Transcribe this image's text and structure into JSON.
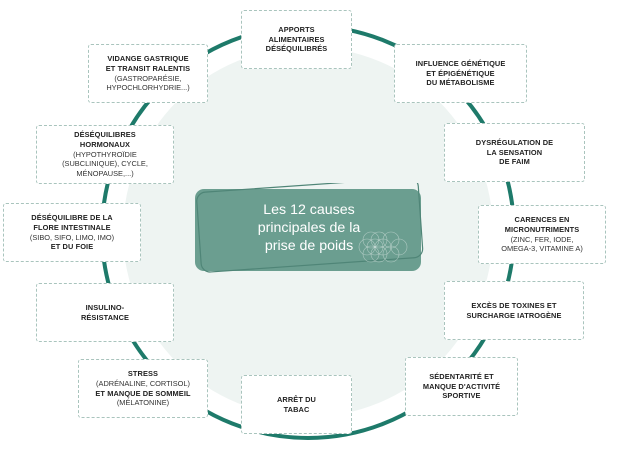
{
  "colors": {
    "ring": "#1e7a6a",
    "inner_circle": "#eef4f2",
    "center_fill": "#6b9e90",
    "center_outline": "#4f8577",
    "box_border": "#a9c4bd",
    "center_text": "#ffffff"
  },
  "center": {
    "line1": "Les 12 causes",
    "line2": "principales de la",
    "line3": "prise de poids"
  },
  "causes": [
    {
      "bold": [
        "APPORTS",
        "ALIMENTAIRES",
        "DÉSÉQUILIBRÉS"
      ],
      "normal": []
    },
    {
      "bold": [
        "INFLUENCE GÉNÉTIQUE",
        "ET ÉPIGÉNÉTIQUE",
        "DU MÉTABOLISME"
      ],
      "normal": []
    },
    {
      "bold": [
        "DYSRÉGULATION DE",
        "LA SENSATION",
        "DE FAIM"
      ],
      "normal": []
    },
    {
      "bold": [
        "CARENCES EN",
        "MICRONUTRIMENTS"
      ],
      "normal": [
        "(ZINC, FER, IODE,",
        "OMEGA-3, VITAMINE A)"
      ]
    },
    {
      "bold": [
        "EXCÈS DE TOXINES ET",
        "SURCHARGE IATROGÈNE"
      ],
      "normal": []
    },
    {
      "bold": [
        "SÉDENTARITÉ ET",
        "MANQUE D'ACTIVITÉ",
        "SPORTIVE"
      ],
      "normal": []
    },
    {
      "bold": [
        "ARRÊT DU",
        "TABAC"
      ],
      "normal": []
    },
    {
      "bold": [
        "STRESS"
      ],
      "normal": [
        "(ADRÉNALINE, CORTISOL)"
      ],
      "bold2": [
        "ET MANQUE DE SOMMEIL"
      ],
      "normal2": [
        "(MÉLATONINE)"
      ]
    },
    {
      "bold": [
        "INSULINO-",
        "RÉSISTANCE"
      ],
      "normal": []
    },
    {
      "bold": [
        "DÉSÉQUILIBRE DE LA",
        "FLORE INTESTINALE"
      ],
      "normal": [
        "(SIBO, SIFO, LIMO, IMO)"
      ],
      "bold2": [
        "ET DU FOIE"
      ],
      "normal2": []
    },
    {
      "bold": [
        "DÉSÉQUILIBRES",
        "HORMONAUX"
      ],
      "normal": [
        "(HYPOTHYROÏDIE",
        "(SUBCLINIQUE), CYCLE,",
        "MÉNOPAUSE,...)"
      ]
    },
    {
      "bold": [
        "VIDANGE GASTRIQUE",
        "ET TRANSIT RALENTIS"
      ],
      "normal": [
        "(GASTROPARÉSIE,",
        "HYPOCHLORHYDRIE...)"
      ]
    }
  ]
}
